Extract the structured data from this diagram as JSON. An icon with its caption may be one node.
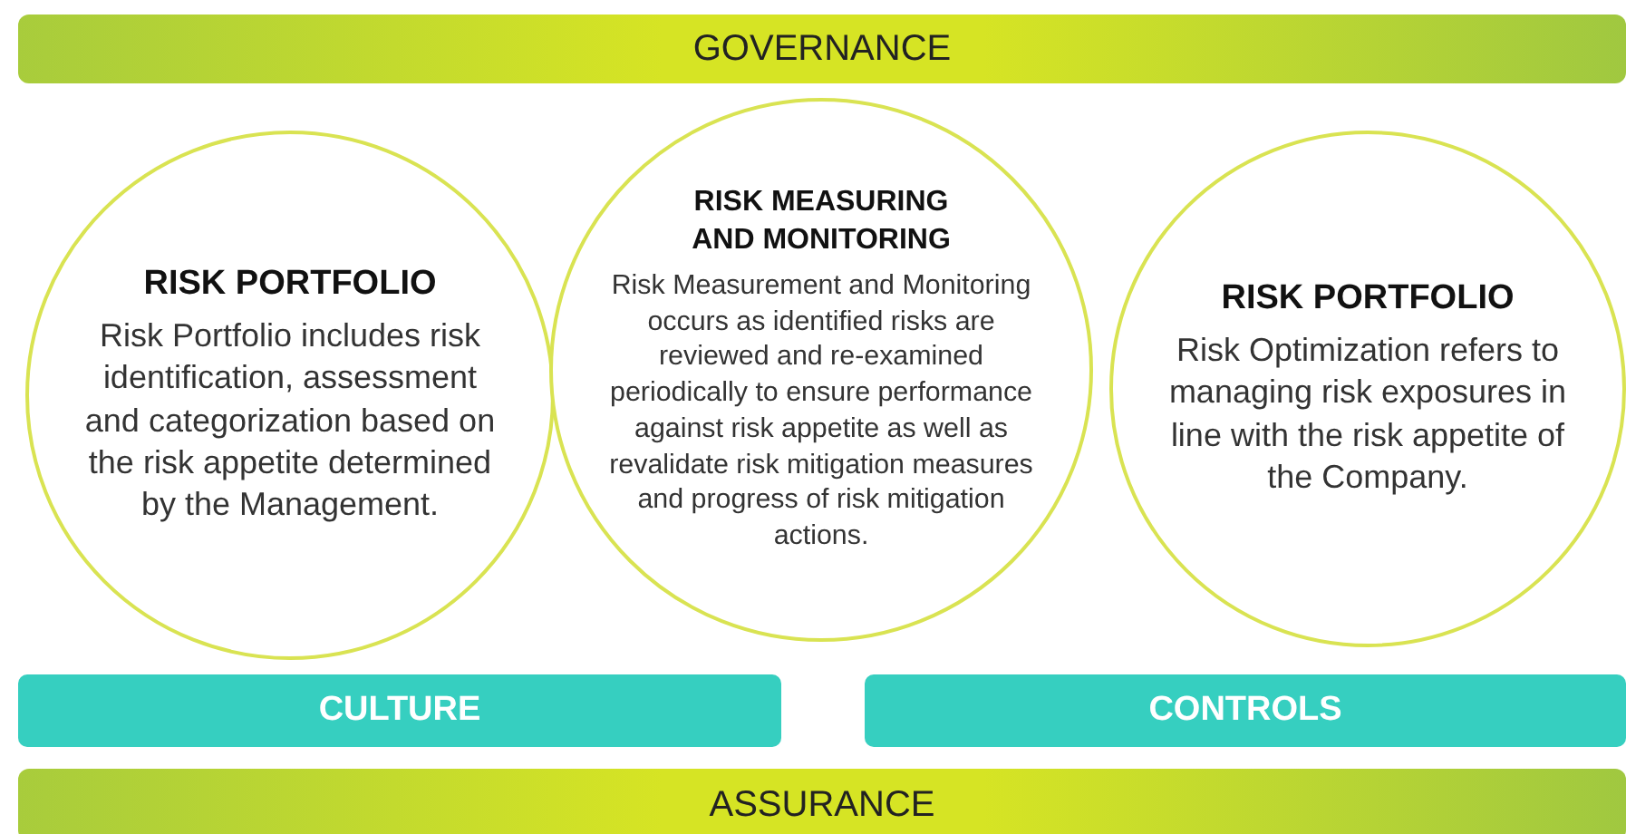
{
  "diagram": {
    "nodes": [
      {
        "text": [
          "GOVERNANCE"
        ]
      },
      {
        "text": [
          "RISK PORTFOLIO",
          "Risk Portfolio includes risk identification, assessment and categorization based on the risk appetite determined by the Management."
        ]
      },
      {
        "text": [
          "RISK MEASURING AND MONITORING",
          "Risk Measurement and Monitoring occurs as identified risks are reviewed and re-examined periodically to ensure performance against risk appetite as well as revalidate risk mitigation measures and progress of risk mitigation actions."
        ]
      },
      {
        "text": [
          "RISK PORTFOLIO",
          "Risk Optimization refers to managing risk exposures in line with the risk appetite of the Company."
        ]
      },
      {
        "text": [
          "CULTURE"
        ]
      },
      {
        "text": [
          "CONTROLS"
        ]
      },
      {
        "text": [
          "ASSURANCE"
        ]
      }
    ]
  }
}
